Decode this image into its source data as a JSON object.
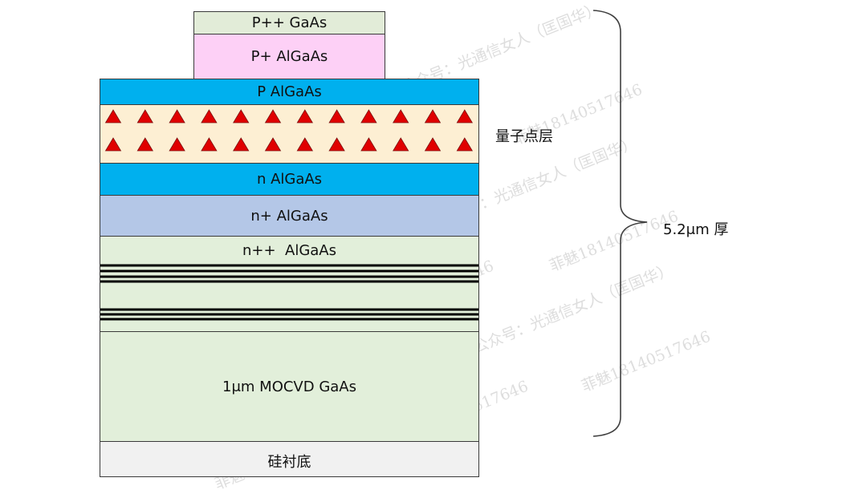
{
  "layers": {
    "p_pp_gaas": {
      "label": "P++ GaAs",
      "color": "#e2ecd8"
    },
    "p_plus_algaas": {
      "label": "P+ AlGaAs",
      "color": "#fdd0f6"
    },
    "p_algaas": {
      "label": "P AlGaAs",
      "color": "#00b0ee"
    },
    "quantum_dot": {
      "label": "量子点层",
      "color": "#fdefd3",
      "dot_color": "#e00000",
      "rows": 2,
      "dots_per_row": 12
    },
    "n_algaas": {
      "label": "n AlGaAs",
      "color": "#00b0ee"
    },
    "n_plus_algaas": {
      "label": "n+ AlGaAs",
      "color": "#b4c7e7"
    },
    "n_pp_algaas": {
      "label": "n++  AlGaAs",
      "color": "#e2efda"
    },
    "mocvd_gaas": {
      "label": "1μm MOCVD GaAs",
      "color": "#e2efda"
    },
    "substrate": {
      "label": "硅衬底",
      "color": "#f1f1f1"
    }
  },
  "thickness_label": "5.2μm 厚",
  "watermarks": {
    "account": "公众号：光通信女人（匡国华）",
    "contact": "菲魅18140517646"
  }
}
